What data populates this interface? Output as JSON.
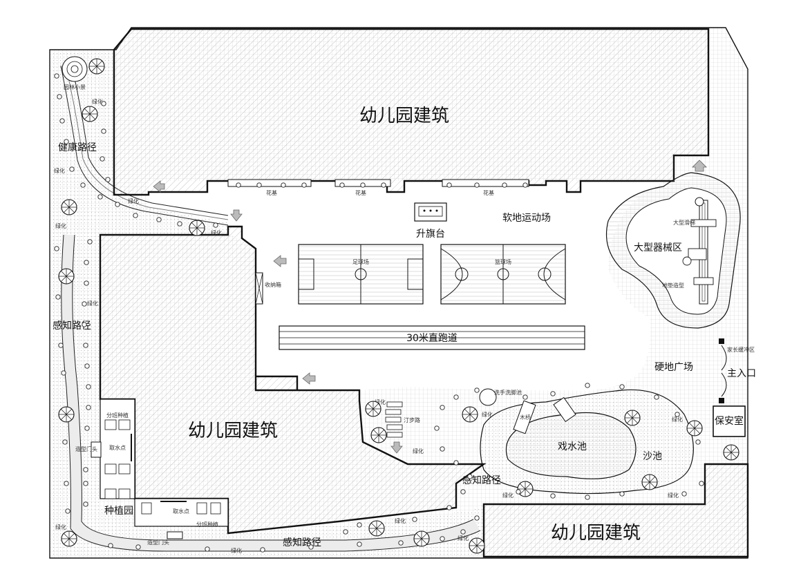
{
  "labels": {
    "building_top": "幼儿园建筑",
    "building_left": "幼儿园建筑",
    "building_bottom": "幼儿园建筑",
    "garden_scene": "园林小景",
    "health_path": "健康路径",
    "sensory_path_left": "感知路径",
    "sensory_path_bottom": "感知路径",
    "sensory_path_mid": "感知路径",
    "flower_bed_1": "花基",
    "flower_bed_2": "花基",
    "flower_bed_3": "花基",
    "flag_platform": "升旗台",
    "soft_sports": "软地运动场",
    "football": "足球场",
    "basketball": "篮球场",
    "storage_box": "收纳箱",
    "sprint_track": "30米直跑道",
    "large_equipment": "大型器械区",
    "large_slide": "大型滑梯",
    "ground_shape": "地垫造型",
    "hard_plaza": "硬地广场",
    "parent_buffer": "家长缓冲区",
    "main_entrance": "主入口",
    "security": "保安室",
    "handwash_pool": "洗手洗脚池",
    "stepping_path": "汀步路",
    "water_pool": "戏水池",
    "sand_pool": "沙池",
    "wood_bridge": "木桥",
    "class_planting_1": "分班种植",
    "class_planting_2": "分班种植",
    "water_point_1": "取水点",
    "water_point_2": "取水点",
    "planting_garden": "种植园",
    "gate_1": "造型门头",
    "gate_2": "造型门头",
    "green": "绿化"
  },
  "colors": {
    "line": "#111111",
    "hatch": "#9a9a9a",
    "grid": "#c8c8c8",
    "background": "#ffffff"
  },
  "icons": [
    "arrow-entrance-icon",
    "tree-icon",
    "shrub-icon",
    "slide-icon",
    "flagpole-icon"
  ]
}
